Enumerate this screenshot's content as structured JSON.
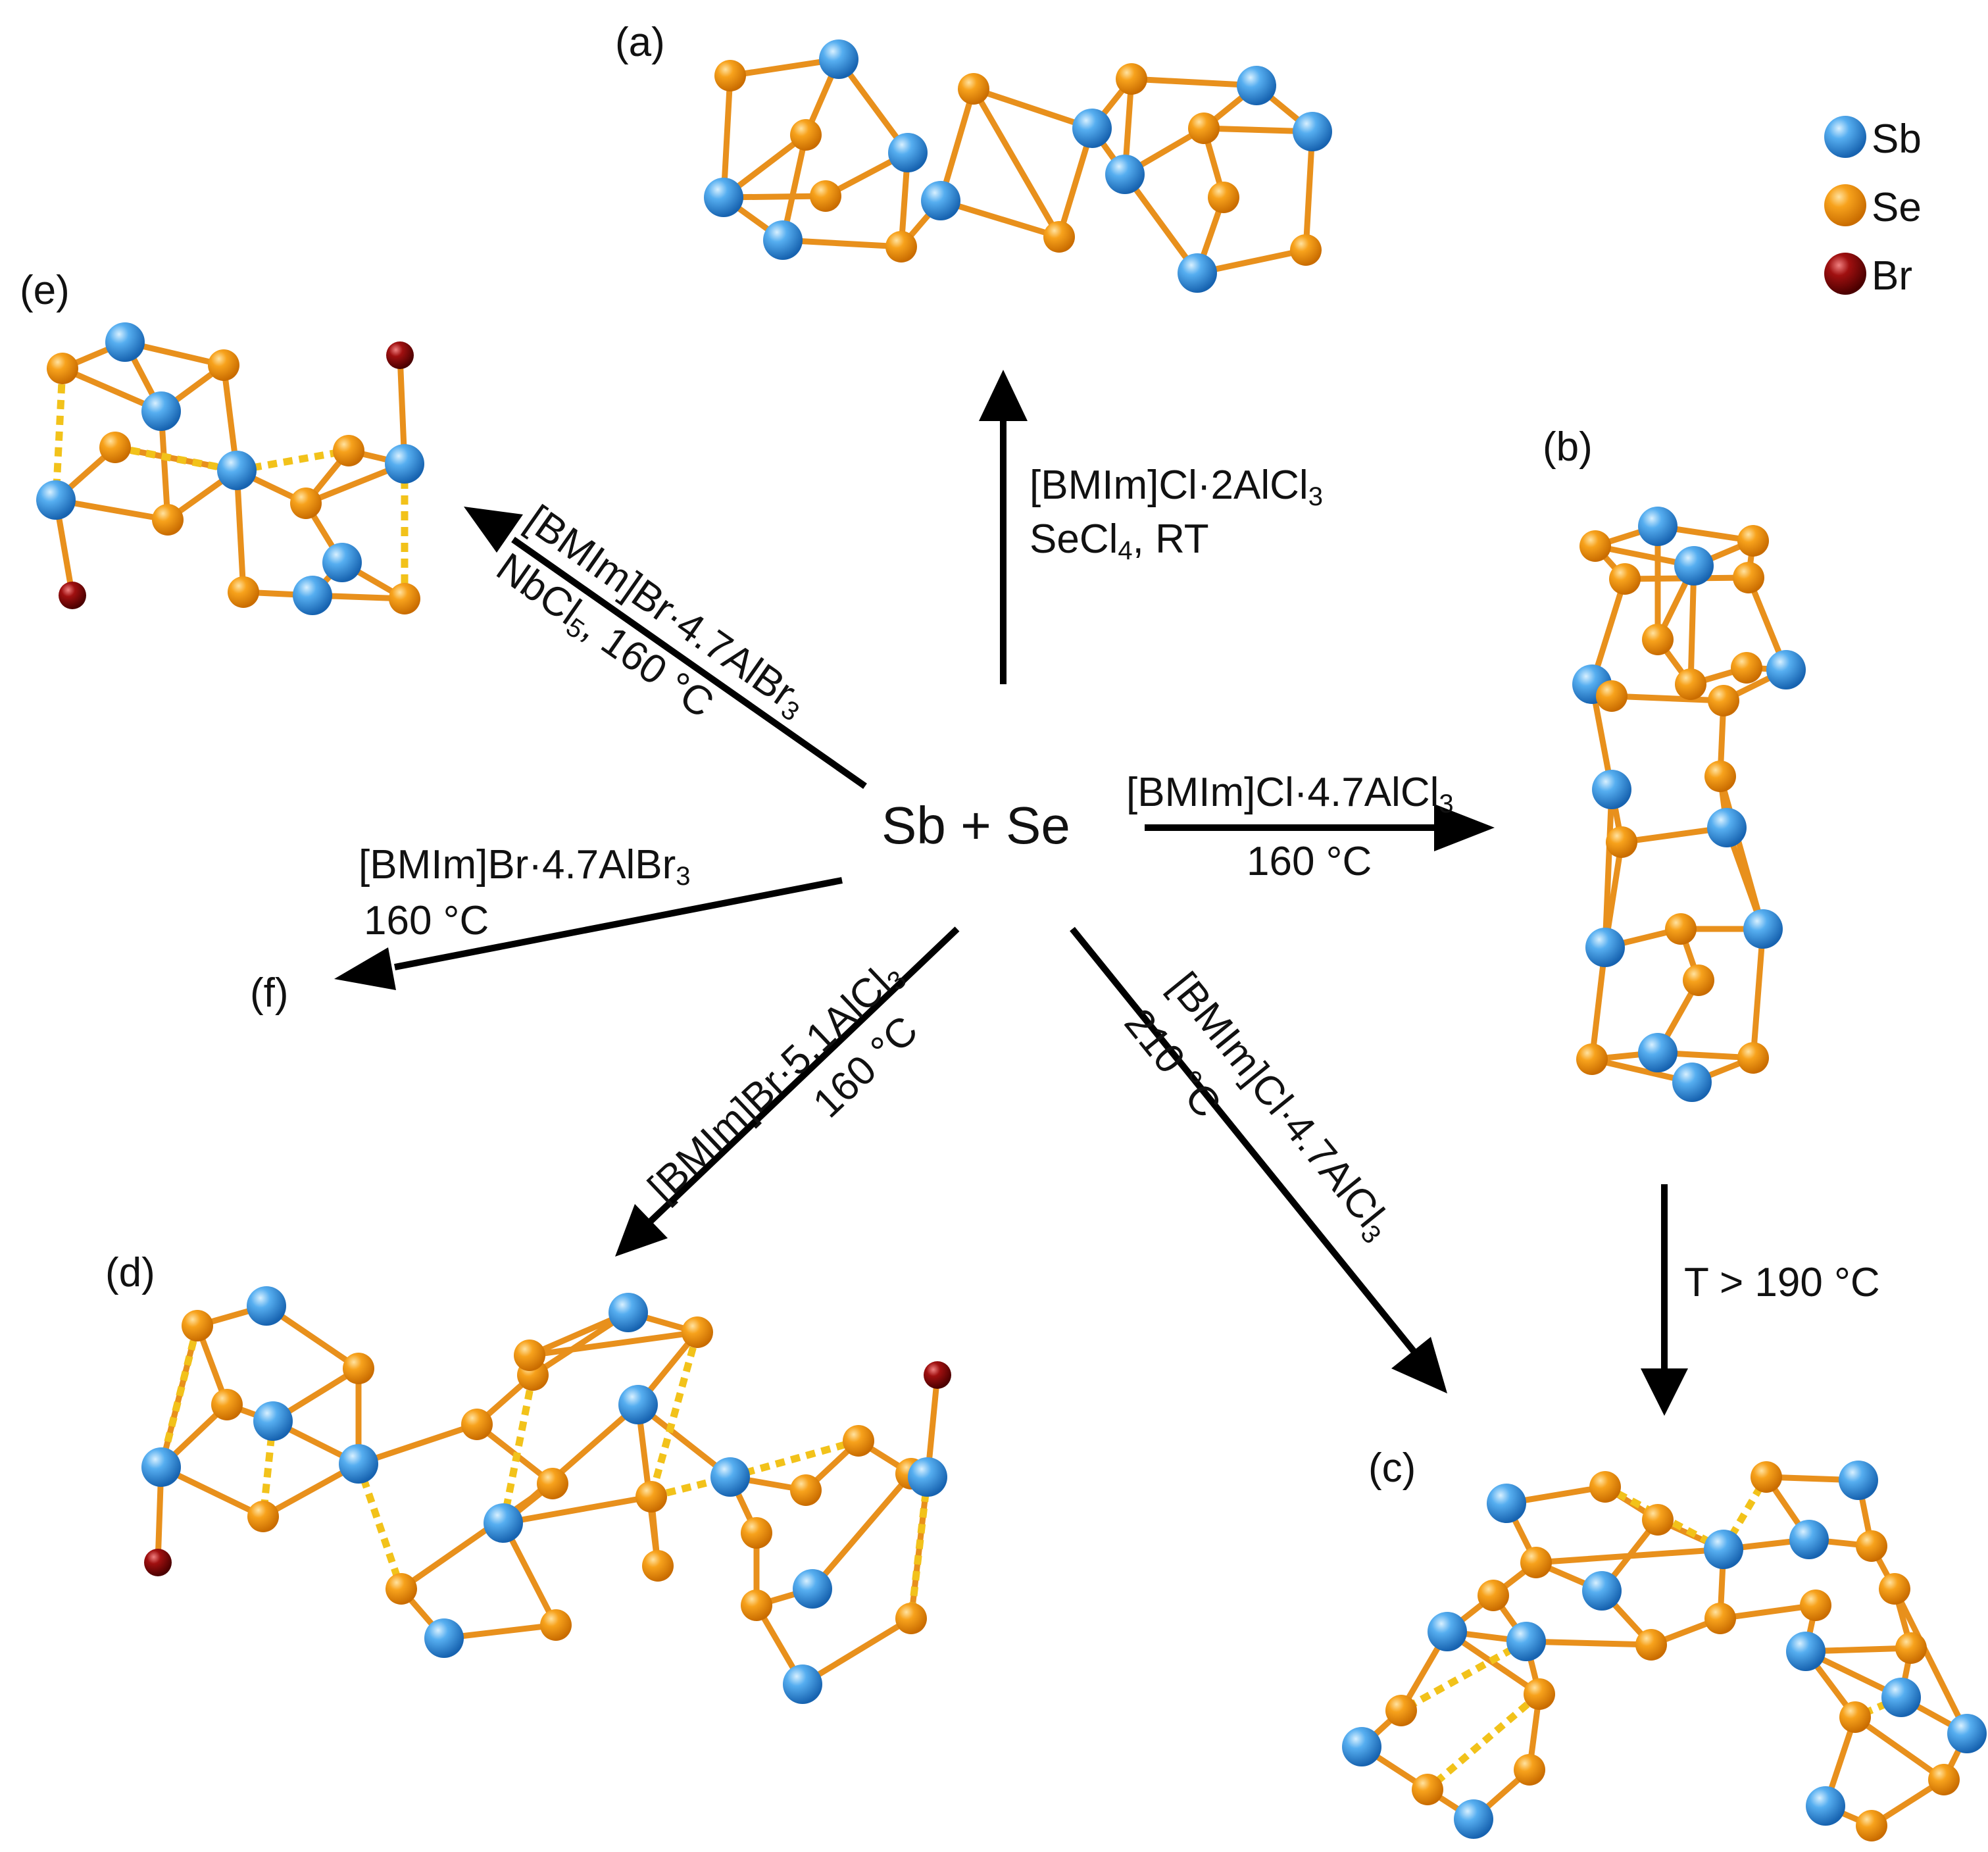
{
  "center_label": "Sb + Se",
  "panels": {
    "a": "(a)",
    "b": "(b)",
    "c": "(c)",
    "d": "(d)",
    "e": "(e)",
    "f": "(f)"
  },
  "legend": [
    {
      "label": "Sb",
      "color": "#2e8be0"
    },
    {
      "label": "Se",
      "color": "#f59a10"
    },
    {
      "label": "Br",
      "color": "#8a0808"
    }
  ],
  "conditions": {
    "a": {
      "l1_main": "[BMIm]Cl·2AlCl",
      "l1_sub": "3",
      "l2_a": "SeCl",
      "l2_sub": "4",
      "l2_b": ", RT"
    },
    "b": {
      "l1_main": "[BMIm]Cl·4.7AlCl",
      "l1_sub": "3",
      "l2": "160 °C"
    },
    "b_to_c": {
      "l1": "T > 190 °C"
    },
    "c": {
      "l1_main": "[BMIm]Cl·4.7AlCl",
      "l1_sub": "3",
      "l2": "210 °C"
    },
    "d": {
      "l1_main": "[BMIm]Br·5.1AlCl",
      "l1_sub": "3",
      "l2": "160 °C"
    },
    "e": {
      "l1_main": "[BMIm]Br·4.7AlBr",
      "l1_sub": "3",
      "l2_a": "NbCl",
      "l2_sub": "5",
      "l2_b": ", 160 °C"
    },
    "f": {
      "l1_main": "[BMIm]Br·4.7AlBr",
      "l1_sub": "3",
      "l2": "160 °C"
    }
  },
  "colors": {
    "sb": "#2e8be0",
    "se": "#f59a10",
    "br": "#8a0808",
    "bond": "#e8901c",
    "contact": "#f2c21a"
  }
}
